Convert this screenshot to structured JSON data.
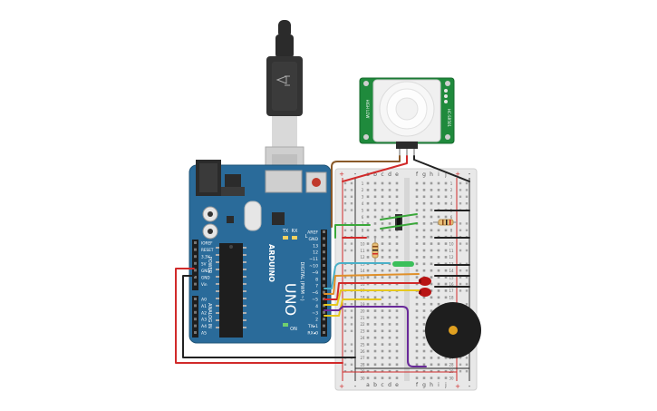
{
  "arduino": {
    "brand": "ARDUINO",
    "model": "UNO",
    "section_digital": "DIGITAL (PWM ~)",
    "section_power": "POWER",
    "section_analog": "ANALOG IN",
    "label_tx": "TX",
    "label_rx": "RX",
    "label_l": "L",
    "label_on": "ON",
    "top_pins": [
      "AREF",
      "GND",
      "13",
      "12",
      "~11",
      "~10",
      "~9",
      "8",
      "7",
      "~6",
      "~5",
      "4",
      "~3",
      "2",
      "TX▸1",
      "RX◂0"
    ],
    "power_pins": [
      "IOREF",
      "RESET",
      "3.3V",
      "5V",
      "GND",
      "GND",
      "Vin"
    ],
    "analog_pins": [
      "A0",
      "A1",
      "A2",
      "A3",
      "A4",
      "A5"
    ]
  },
  "breadboard": {
    "col_letters_left": [
      "a",
      "b",
      "c",
      "d",
      "e"
    ],
    "col_letters_right": [
      "f",
      "g",
      "h",
      "i",
      "j"
    ],
    "plus": "+",
    "minus": "-",
    "row_numbers": [
      "1",
      "2",
      "3",
      "4",
      "5",
      "6",
      "7",
      "8",
      "9",
      "10",
      "11",
      "12",
      "13",
      "14",
      "15",
      "16",
      "17",
      "18",
      "19",
      "20",
      "21",
      "22",
      "23",
      "24",
      "25",
      "26",
      "27",
      "28",
      "29",
      "30"
    ]
  },
  "pir_sensor": {
    "left_text": "HIGH LOW",
    "right_text": "HC-SR501"
  },
  "components": {
    "resistor_label": "",
    "chip_label": ""
  },
  "colors": {
    "arduino_blue": "#2a6b9a",
    "breadboard": "#e8e8e8",
    "pir_green": "#1f8a3c",
    "wire_red": "#d12a2a",
    "wire_black": "#222222",
    "wire_green": "#3aa83a",
    "wire_orange": "#e0902a",
    "wire_yellow": "#e6c81e",
    "wire_purple": "#6a2a9a",
    "wire_brown": "#8a5a2a",
    "wire_cyan": "#4ab0c8",
    "led_red": "#b81414"
  }
}
